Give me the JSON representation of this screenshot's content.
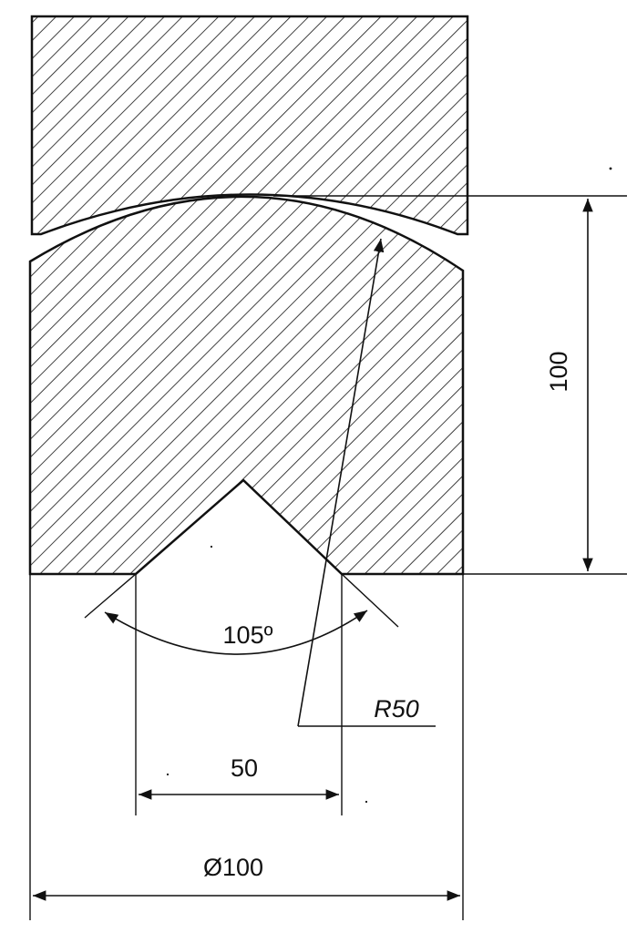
{
  "drawing": {
    "dimensions": {
      "height": "100",
      "angle": "105º",
      "radius": "R50",
      "width": "50",
      "diameter": "Ø100"
    },
    "colors": {
      "ink": "#111111",
      "background": "#ffffff"
    }
  }
}
